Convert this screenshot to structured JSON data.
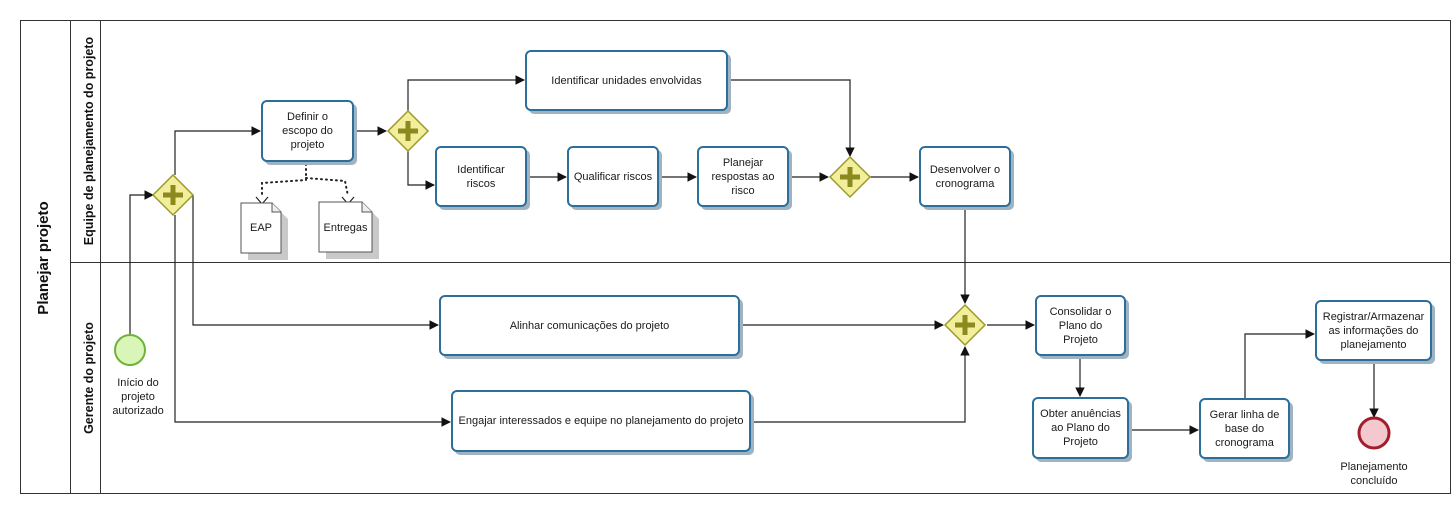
{
  "pool": {
    "label": "Planejar projeto"
  },
  "lanes": {
    "team": {
      "label": "Equipe de planejamento do projeto"
    },
    "manager": {
      "label": "Gerente do projeto"
    }
  },
  "events": {
    "start": {
      "label": "Início do projeto autorizado"
    },
    "end": {
      "label": "Planejamento concluído"
    }
  },
  "documents": {
    "eap": {
      "label": "EAP"
    },
    "entregas": {
      "label": "Entregas"
    }
  },
  "tasks": {
    "definir_escopo": {
      "label": "Definir o escopo do projeto"
    },
    "identificar_unidades": {
      "label": "Identificar unidades envolvidas"
    },
    "identificar_riscos": {
      "label": "Identificar riscos"
    },
    "qualificar_riscos": {
      "label": "Qualificar riscos"
    },
    "planejar_respostas": {
      "label": "Planejar respostas ao risco"
    },
    "desenvolver_cronograma": {
      "label": "Desenvolver o cronograma"
    },
    "alinhar_comunicacoes": {
      "label": "Alinhar comunicações do projeto"
    },
    "engajar_interessados": {
      "label": "Engajar interessados e equipe no planejamento do projeto"
    },
    "consolidar_plano": {
      "label": "Consolidar o Plano do Projeto"
    },
    "obter_anuencias": {
      "label": "Obter anuências ao Plano do Projeto"
    },
    "gerar_linha_base": {
      "label": "Gerar linha de base do cronograma"
    },
    "registrar_armazenar": {
      "label": "Registrar/Armazenar as informações do planejamento"
    }
  },
  "colors": {
    "task_border": "#2b6f9a",
    "gateway_fill": "#f2ee9c",
    "gateway_border": "#9c9a2a",
    "gateway_plus": "#8a8a1e",
    "start_fill": "#d9f5b8",
    "start_border": "#6fb23a",
    "end_fill": "#f3c9cf",
    "end_border": "#a31e2c"
  }
}
